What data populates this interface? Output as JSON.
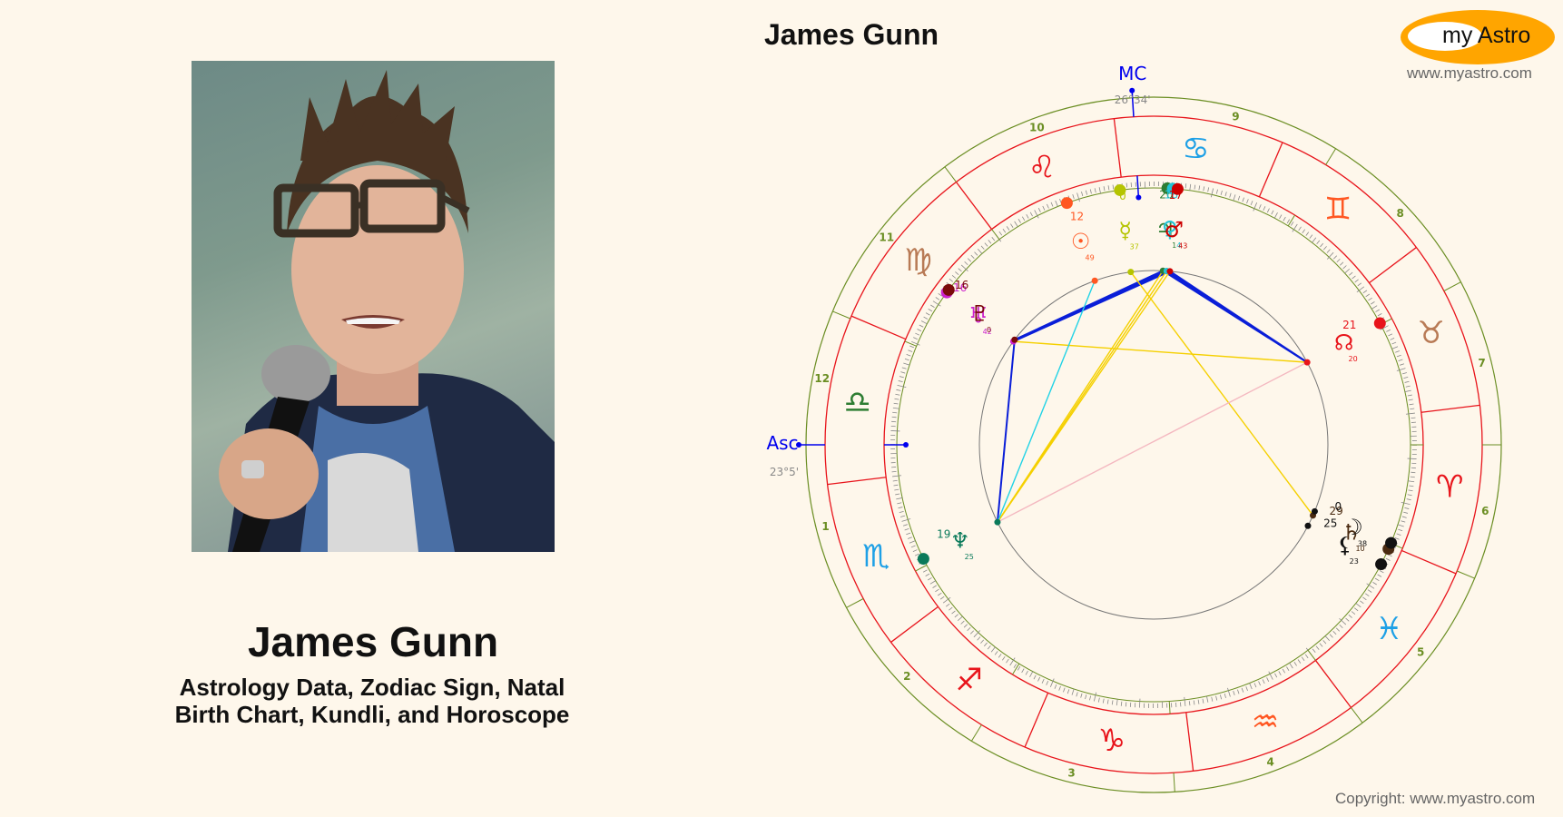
{
  "person": {
    "name": "James Gunn",
    "subtitle_line1": "Astrology Data, Zodiac Sign, Natal",
    "subtitle_line2": "Birth Chart, Kundli, and Horoscope",
    "photo_alt": "Photo of James Gunn speaking into a microphone"
  },
  "header": {
    "chart_title": "James Gunn",
    "logo_text": "my Astro",
    "logo_url": "www.myastro.com"
  },
  "footer": {
    "copyright": "Copyright: www.myastro.com"
  },
  "colors": {
    "background": "#fef7eb",
    "house_ring": "#6b8e23",
    "zodiac_ring": "#e8141b",
    "angle_line": "#0000ee",
    "logo_orange": "#ffa500",
    "tick": "#888888",
    "aspect_trine": "#f5d000",
    "aspect_square": "#22d3e6",
    "aspect_sextile": "#0a1ed8",
    "aspect_opposition": "#f4b8c0"
  },
  "chart_data": {
    "type": "natal_chart_wheel",
    "title": "James Gunn",
    "angles": {
      "asc": {
        "label": "Asc",
        "degree_label": "23°5'",
        "longitude": 203.08
      },
      "mc": {
        "label": "MC",
        "degree_label": "26°34'",
        "longitude": 116.57
      }
    },
    "signs": [
      {
        "name": "Aries",
        "glyph": "♈",
        "color": "#e8141b"
      },
      {
        "name": "Taurus",
        "glyph": "♉",
        "color": "#b87a55"
      },
      {
        "name": "Gemini",
        "glyph": "♊",
        "color": "#ff5722"
      },
      {
        "name": "Cancer",
        "glyph": "♋",
        "color": "#1ea0e6"
      },
      {
        "name": "Leo",
        "glyph": "♌",
        "color": "#e8141b"
      },
      {
        "name": "Virgo",
        "glyph": "♍",
        "color": "#b87a55"
      },
      {
        "name": "Libra",
        "glyph": "♎",
        "color": "#2e7d32"
      },
      {
        "name": "Scorpio",
        "glyph": "♏",
        "color": "#1ea0e6"
      },
      {
        "name": "Sagittarius",
        "glyph": "♐",
        "color": "#e8141b"
      },
      {
        "name": "Capricorn",
        "glyph": "♑",
        "color": "#e8141b"
      },
      {
        "name": "Aquarius",
        "glyph": "♒",
        "color": "#ff5722"
      },
      {
        "name": "Pisces",
        "glyph": "♓",
        "color": "#1ea0e6"
      }
    ],
    "houses": [
      {
        "number": "1",
        "cusp": 203.08
      },
      {
        "number": "2",
        "cusp": 231.0
      },
      {
        "number": "3",
        "cusp": 261.5
      },
      {
        "number": "4",
        "cusp": 296.57
      },
      {
        "number": "5",
        "cusp": 330.0
      },
      {
        "number": "6",
        "cusp": 0.5
      },
      {
        "number": "7",
        "cusp": 23.08
      },
      {
        "number": "8",
        "cusp": 51.0
      },
      {
        "number": "9",
        "cusp": 81.5
      },
      {
        "number": "10",
        "cusp": 116.57
      },
      {
        "number": "11",
        "cusp": 150.0
      },
      {
        "number": "12",
        "cusp": 180.5
      }
    ],
    "planets": [
      {
        "name": "Sun",
        "glyph": "☉",
        "sign": "Leo",
        "deg": "12",
        "min": "49",
        "longitude": 132.82,
        "color": "#ff5722",
        "glyph_r": 258,
        "deg_r": 270,
        "min_r": 245
      },
      {
        "name": "Mercury",
        "glyph": "☿",
        "sign": "Leo",
        "deg": "0",
        "min": "37",
        "longitude": 120.62,
        "color": "#b5c400",
        "glyph_r": 258,
        "deg_r": 280,
        "min_r": 238
      },
      {
        "name": "Jupiter",
        "glyph": "♃",
        "sign": "Cancer",
        "deg": "20",
        "min": "1",
        "longitude": 110.02,
        "color": "#2e7d32",
        "glyph_r": 258,
        "deg_r": 280,
        "min_r": 238
      },
      {
        "name": "Venus",
        "glyph": "♀",
        "sign": "Cancer",
        "deg": "18",
        "min": "4",
        "longitude": 108.8,
        "color": "#22c4d6",
        "glyph_r": 258,
        "deg_r": 280,
        "min_r": 238
      },
      {
        "name": "Mars",
        "glyph": "♂",
        "sign": "Cancer",
        "deg": "17",
        "min": "43",
        "longitude": 107.72,
        "color": "#cc0000",
        "glyph_r": 258,
        "deg_r": 280,
        "min_r": 238
      },
      {
        "name": "Uranus",
        "glyph": "♅",
        "sign": "Virgo",
        "deg": "16",
        "min": "42",
        "longitude": 166.7,
        "color": "#cc22cc",
        "glyph_r": 260,
        "deg_r": 285,
        "min_r": 240
      },
      {
        "name": "Pluto",
        "glyph": "♇",
        "sign": "Virgo",
        "deg": "16",
        "min": "0",
        "longitude": 166.0,
        "color": "#7a0a0a",
        "glyph_r": 260,
        "deg_r": 285,
        "min_r": 240
      },
      {
        "name": "Neptune",
        "glyph": "♆",
        "sign": "Scorpio",
        "deg": "19",
        "min": "25",
        "longitude": 229.42,
        "color": "#0a7a5a",
        "glyph_r": 258,
        "deg_r": 278,
        "min_r": 252
      },
      {
        "name": "North Node",
        "glyph": "☊",
        "sign": "Taurus",
        "deg": "21",
        "min": "20",
        "longitude": 51.33,
        "color": "#e8141b",
        "glyph_r": 258,
        "deg_r": 265,
        "min_r": 260
      },
      {
        "name": "Saturn",
        "glyph": "♄",
        "sign": "Pisces",
        "deg": "29",
        "min": "10",
        "longitude": 359.17,
        "color": "#4a2a10",
        "glyph_r": 258,
        "deg_r": 240,
        "min_r": 275
      },
      {
        "name": "Moon",
        "glyph": "☽",
        "sign": "Aries",
        "deg": "0",
        "min": "38",
        "longitude": 0.63,
        "color": "#111111",
        "glyph_r": 258,
        "deg_r": 240,
        "min_r": 275
      },
      {
        "name": "Lilith",
        "glyph": "⚸",
        "sign": "Pisces",
        "deg": "25",
        "min": "23",
        "longitude": 355.38,
        "color": "#111111",
        "glyph_r": 258,
        "deg_r": 240,
        "min_r": 275
      }
    ],
    "aspects": [
      {
        "from": "Jupiter",
        "to": "Pluto",
        "type": "sextile"
      },
      {
        "from": "Venus",
        "to": "Pluto",
        "type": "sextile"
      },
      {
        "from": "Mars",
        "to": "Uranus",
        "type": "sextile"
      },
      {
        "from": "Jupiter",
        "to": "North Node",
        "type": "sextile"
      },
      {
        "from": "Mars",
        "to": "North Node",
        "type": "sextile"
      },
      {
        "from": "Venus",
        "to": "North Node",
        "type": "sextile"
      },
      {
        "from": "Pluto",
        "to": "Neptune",
        "type": "sextile"
      },
      {
        "from": "Uranus",
        "to": "North Node",
        "type": "trine"
      },
      {
        "from": "Jupiter",
        "to": "Neptune",
        "type": "trine"
      },
      {
        "from": "Mars",
        "to": "Neptune",
        "type": "trine"
      },
      {
        "from": "Venus",
        "to": "Neptune",
        "type": "trine"
      },
      {
        "from": "Mercury",
        "to": "Saturn",
        "type": "trine"
      },
      {
        "from": "Sun",
        "to": "Neptune",
        "type": "square"
      },
      {
        "from": "Neptune",
        "to": "North Node",
        "type": "opposition"
      }
    ]
  }
}
